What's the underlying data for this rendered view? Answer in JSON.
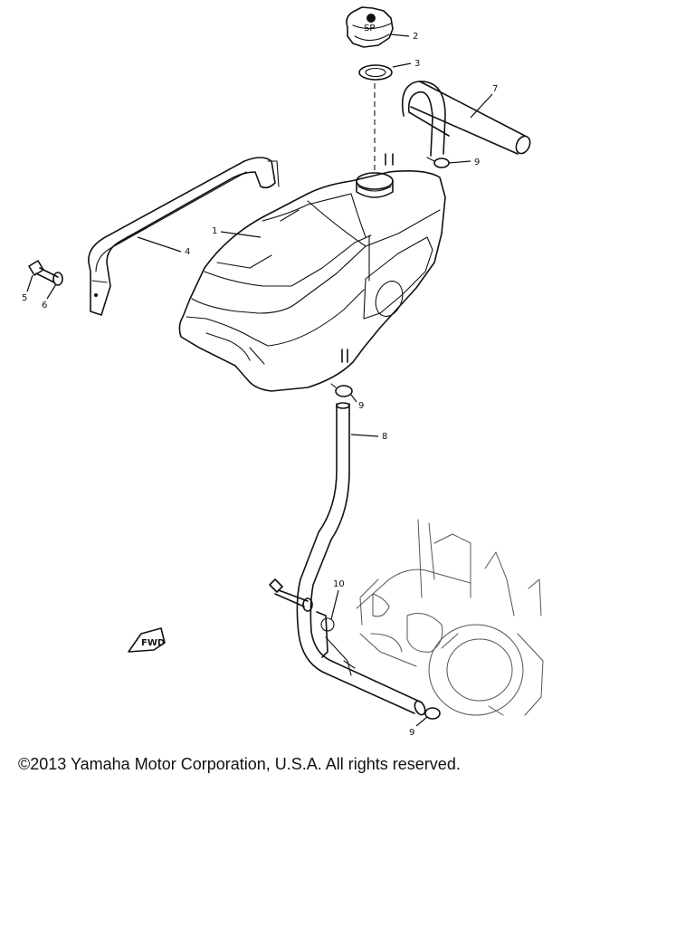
{
  "diagram": {
    "callouts": [
      {
        "id": "1",
        "label": "1"
      },
      {
        "id": "2",
        "label": "2"
      },
      {
        "id": "3",
        "label": "3"
      },
      {
        "id": "4",
        "label": "4"
      },
      {
        "id": "5",
        "label": "5"
      },
      {
        "id": "6",
        "label": "6"
      },
      {
        "id": "7",
        "label": "7"
      },
      {
        "id": "8",
        "label": "8"
      },
      {
        "id": "9a",
        "label": "9"
      },
      {
        "id": "9b",
        "label": "9"
      },
      {
        "id": "9c",
        "label": "9"
      },
      {
        "id": "10",
        "label": "10"
      }
    ],
    "fwd_label": "FWD",
    "cap_text": "SP"
  },
  "footer": {
    "copyright": "©2013 Yamaha Motor Corporation, U.S.A. All rights reserved."
  }
}
